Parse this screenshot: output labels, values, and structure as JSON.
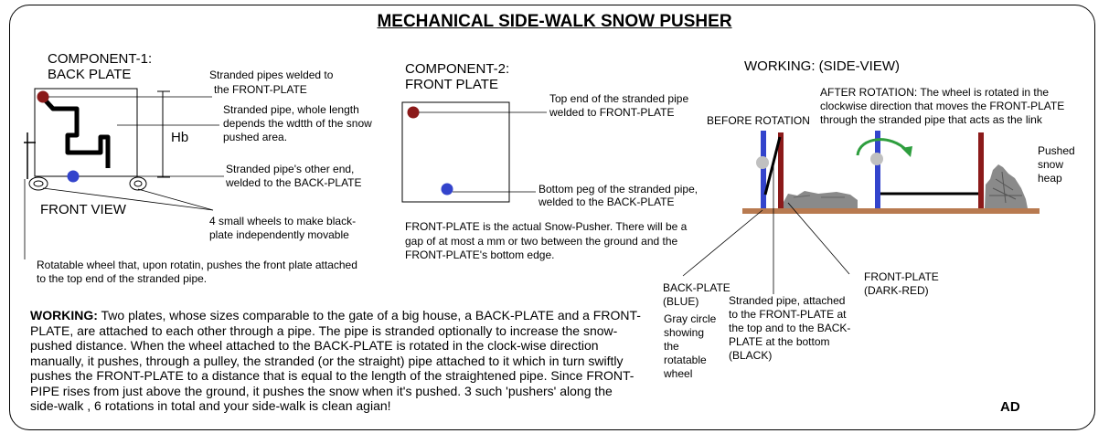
{
  "title": "MECHANICAL SIDE-WALK SNOW PUSHER",
  "component1": {
    "heading_line1": "COMPONENT-1:",
    "heading_line2": "BACK PLATE",
    "label_hb": "Hb",
    "label_front_view": "FRONT VIEW",
    "note_welded_line1": "Stranded pipes welded to",
    "note_welded_line2": "the FRONT-PLATE",
    "note_length_line1": "Stranded pipe, whole length",
    "note_length_line2": "depends the wdtth of the snow",
    "note_length_line3": "pushed area.",
    "note_other_end_line1": "Stranded pipe's other end,",
    "note_other_end_line2": "welded to the  BACK-PLATE",
    "note_wheels_line1": "4 small wheels to make black-",
    "note_wheels_line2": "plate independently movable",
    "note_rotatable_line1": "Rotatable wheel that, upon rotatin, pushes the front plate attached",
    "note_rotatable_line2": "to the top end of the stranded pipe."
  },
  "component2": {
    "heading_line1": "COMPONENT-2:",
    "heading_line2": "FRONT PLATE",
    "note_top_line1": "Top end of the stranded pipe",
    "note_top_line2": "welded to FRONT-PLATE",
    "note_bottom_line1": "Bottom peg of the stranded pipe,",
    "note_bottom_line2": "welded to the BACK-PLATE",
    "desc_line1": "FRONT-PLATE is the actual Snow-Pusher. There will be a",
    "desc_line2": "gap of at most a mm or two between the ground and the",
    "desc_line3": "FRONT-PLATE's bottom edge."
  },
  "working_side": {
    "heading": "WORKING: (SIDE-VIEW)",
    "before_rotation": "BEFORE ROTATION",
    "after_line1": "AFTER ROTATION: The wheel is rotated in the",
    "after_line2": "clockwise direction that moves the FRONT-PLATE",
    "after_line3": "through the stranded pipe that acts as the link",
    "pushed_line1": "Pushed",
    "pushed_line2": "snow",
    "pushed_line3": "heap",
    "back_plate_line1": "BACK-PLATE",
    "back_plate_line2": "(BLUE)",
    "gray_line1": "Gray circle",
    "gray_line2": "showing",
    "gray_line3": "the",
    "gray_line4": "rotatable",
    "gray_line5": "wheel",
    "pipe_line1": "Stranded pipe, attached",
    "pipe_line2": "to the FRONT-PLATE at",
    "pipe_line3": "the top and to the BACK-",
    "pipe_line4": "PLATE at the bottom",
    "pipe_line5": "(BLACK)",
    "front_plate_line1": "FRONT-PLATE",
    "front_plate_line2": "(DARK-RED)"
  },
  "working": {
    "label": "WORKING:",
    "text": " Two plates, whose sizes comparable to the gate of a big house, a BACK-PLATE and a FRONT-PLATE, are attached to each other through a pipe. The pipe is stranded optionally to increase the snow-pushed distance. When the wheel attached to the BACK-PLATE is rotated in the clock-wise direction manually, it pushes, through a pulley, the stranded (or the straight) pipe attached to it which in turn swiftly pushes the FRONT-PLATE to a distance that is equal to the length of the straightened pipe. Since FRONT-PIPE rises from just above the ground, it pushes the snow when it's pushed. 3 such 'pushers' along the side-walk , 6 rotations in total and your side-walk is clean agian!"
  },
  "signature": "AD",
  "colors": {
    "front_plate": "#8b1a1a",
    "back_plate": "#3344cc",
    "pipe": "#000000",
    "wheel": "#c0c0c0",
    "ground": "#b87a50",
    "snow": "#8a8a8a",
    "arrow": "#2e9e3e"
  }
}
